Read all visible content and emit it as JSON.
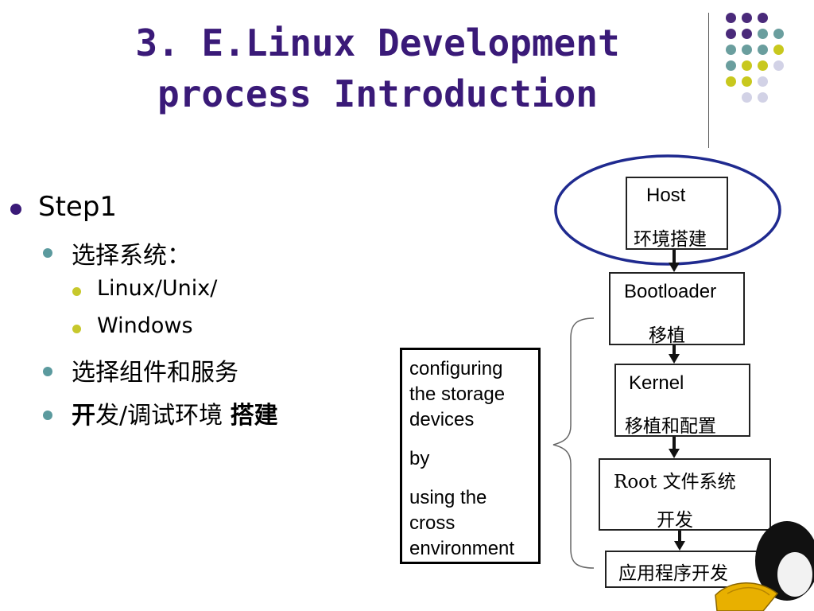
{
  "colors": {
    "title": "#3a1a78",
    "bullet_l1": "#3a1a78",
    "bullet_l2": "#5b9a9e",
    "bullet_l3": "#c7c82c",
    "oval": "#1f2a8f",
    "dot_purple": "#4a2a7a",
    "dot_teal": "#6a9e9e",
    "dot_yellow": "#c8c81e",
    "dot_lavender": "#d2d2e6"
  },
  "title": {
    "line1": "3. E.Linux Development",
    "line2": "process Introduction"
  },
  "bullets": {
    "step1": "Step1",
    "choose_system": "选择系统：",
    "linux_unix": "Linux/Unix/",
    "windows": "Windows",
    "choose_components": "选择组件和服务",
    "dev_env_a": "开",
    "dev_env_b": "发/调试环境 ",
    "dev_env_c": "搭建"
  },
  "flow": {
    "host": {
      "line1": "Host",
      "line2": "环境搭建"
    },
    "bootloader": {
      "line1": "Bootloader",
      "line2": "移植"
    },
    "kernel": {
      "line1": "Kernel",
      "line2": "移植和配置"
    },
    "root": {
      "line1": "Root 文件系统",
      "line2": "开发"
    },
    "app": {
      "line1": "应用程序开发"
    }
  },
  "side_note": {
    "lines": [
      "configuring",
      "the storage",
      "devices",
      "",
      "by",
      "",
      "using the",
      "cross",
      "environment"
    ]
  },
  "decor": {
    "dot_grid": [
      [
        "purple",
        "purple",
        "purple",
        null
      ],
      [
        "purple",
        "purple",
        "teal",
        "teal"
      ],
      [
        "teal",
        "teal",
        "teal",
        "yellow"
      ],
      [
        "teal",
        "yellow",
        "yellow",
        "lavender"
      ],
      [
        "yellow",
        "yellow",
        "lavender",
        null
      ],
      [
        "lavender",
        "lavender",
        null,
        null
      ]
    ]
  }
}
